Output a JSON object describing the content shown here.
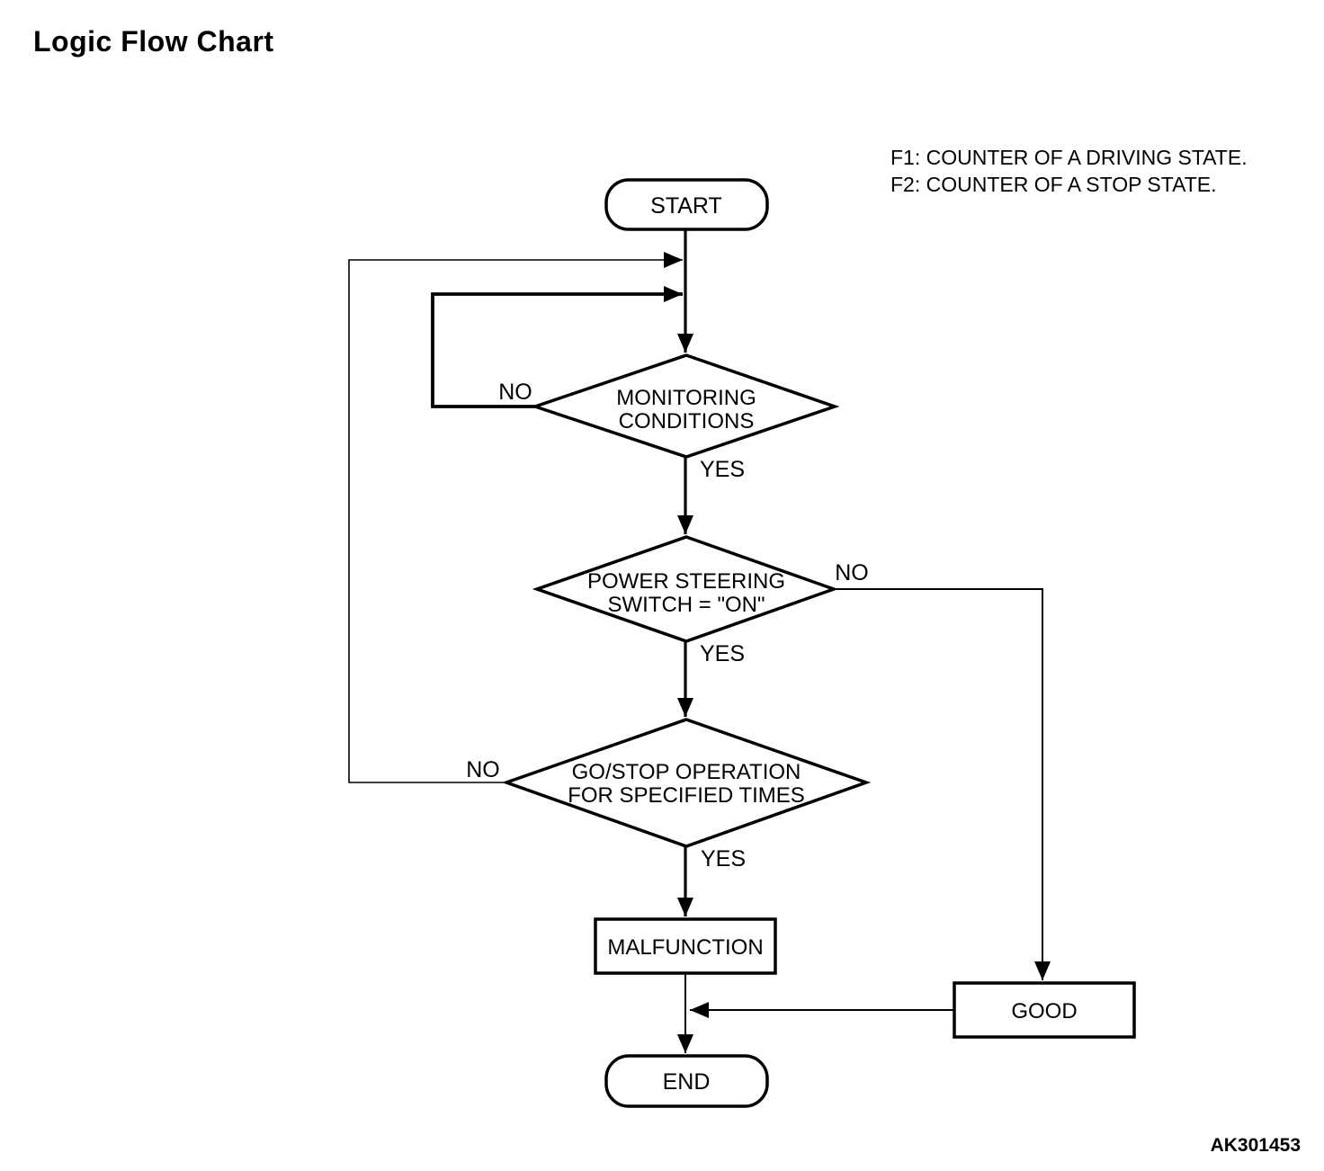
{
  "title": "Logic Flow Chart",
  "legend": {
    "f1": "F1: COUNTER OF A DRIVING STATE.",
    "f2": "F2: COUNTER OF A STOP STATE."
  },
  "flowchart": {
    "start": {
      "label": "START"
    },
    "decision_monitoring": {
      "line1": "MONITORING",
      "line2": "CONDITIONS",
      "no_label": "NO",
      "yes_label": "YES"
    },
    "decision_power_steering": {
      "line1": "POWER STEERING",
      "line2": "SWITCH = \"ON\"",
      "no_label": "NO",
      "yes_label": "YES"
    },
    "decision_go_stop": {
      "line1": "GO/STOP OPERATION",
      "line2": "FOR SPECIFIED TIMES",
      "no_label": "NO",
      "yes_label": "YES"
    },
    "malfunction": {
      "label": "MALFUNCTION"
    },
    "good": {
      "label": "GOOD"
    },
    "end": {
      "label": "END"
    }
  },
  "figure_code": "AK301453",
  "colors": {
    "stroke": "#000000",
    "background": "#ffffff"
  }
}
